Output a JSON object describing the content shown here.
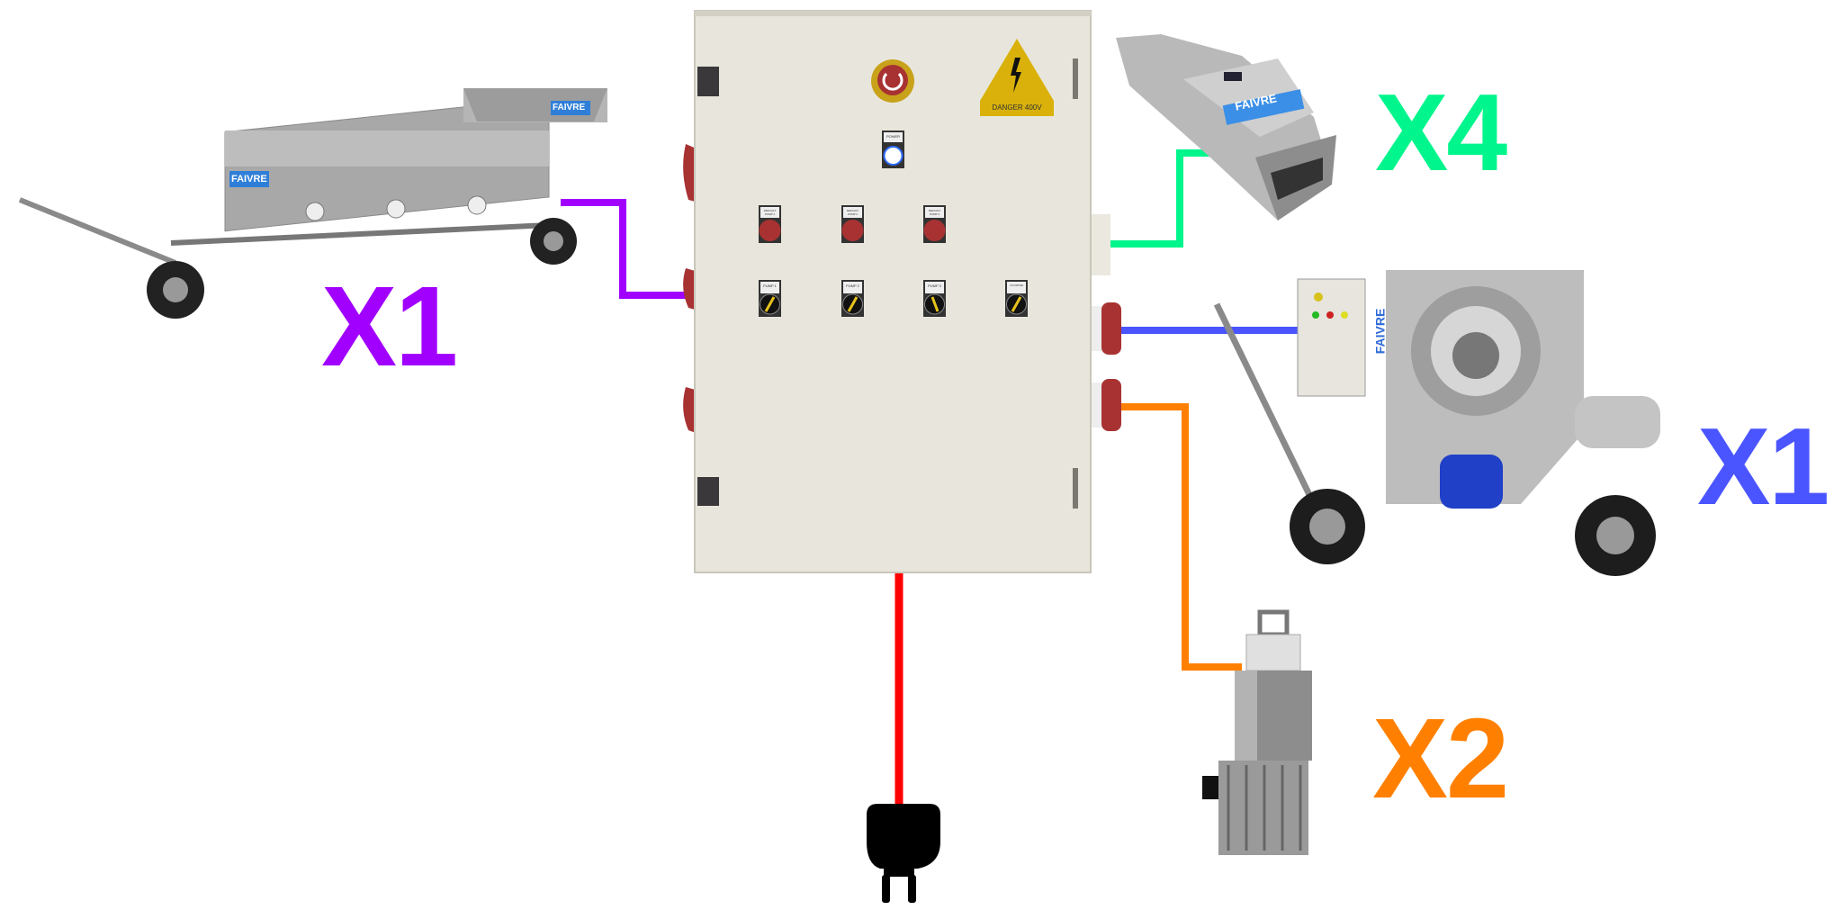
{
  "panel": {
    "warning_label": "DANGER 400V",
    "power_label": "POWER",
    "fault_labels": [
      "DEFAULT PUMP 1",
      "DEFAULT PUMP 2",
      "DEFAULT PUMP 3"
    ],
    "selector_labels": [
      "PUMP 1",
      "PUMP 2",
      "PUMP 3",
      "COUNTER"
    ]
  },
  "equipment": {
    "brand": "FAIVRE"
  },
  "connections": [
    {
      "id": "trailer",
      "quantity": "X1",
      "color": "#a100ff"
    },
    {
      "id": "hopper",
      "quantity": "X4",
      "color": "#00f58c"
    },
    {
      "id": "pump",
      "quantity": "X1",
      "color": "#4a55ff"
    },
    {
      "id": "submersible",
      "quantity": "X2",
      "color": "#ff8000"
    },
    {
      "id": "mains",
      "color": "#ff0000"
    }
  ]
}
